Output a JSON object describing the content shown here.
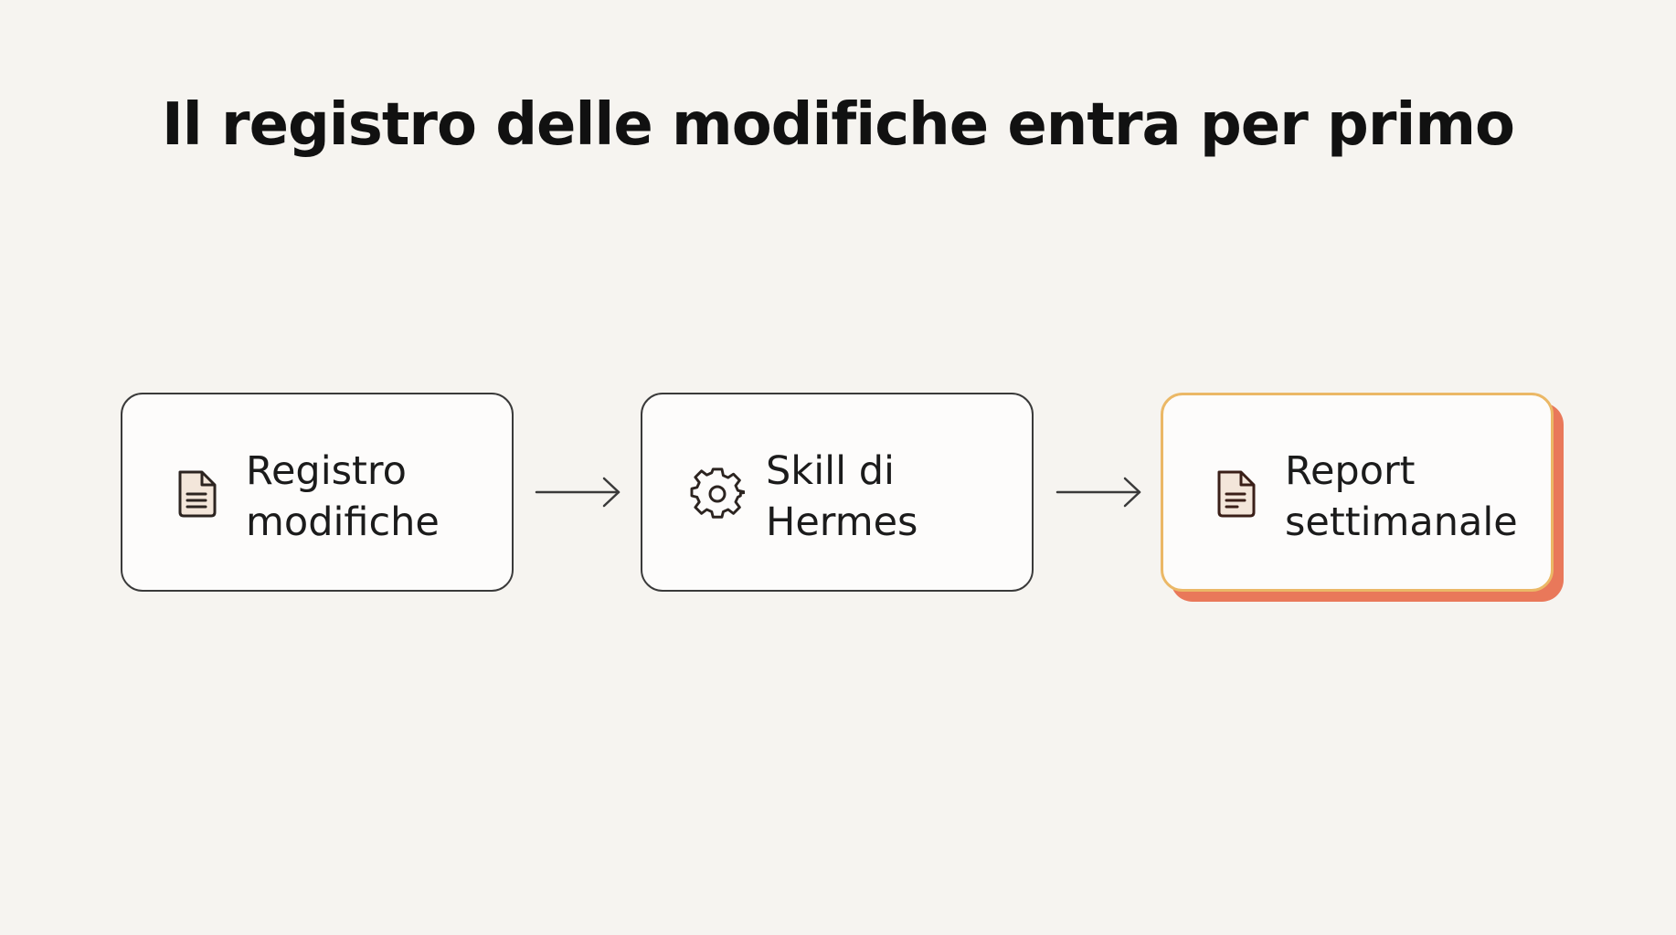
{
  "title": "Il registro delle modifiche entra per primo",
  "steps": [
    {
      "icon": "document-icon",
      "label_lines": [
        "Registro",
        "modifiche"
      ],
      "highlighted": false
    },
    {
      "icon": "gear-icon",
      "label_lines": [
        "Skill di",
        "Hermes"
      ],
      "highlighted": false
    },
    {
      "icon": "document-icon",
      "label_lines": [
        "Report",
        "settimanale"
      ],
      "highlighted": true
    }
  ],
  "colors": {
    "background": "#f6f4f0",
    "box_border": "#3a3a3a",
    "highlight_border": "#ebb866",
    "highlight_shadow": "#e9785a",
    "icon_fill": "#f3e6da"
  }
}
